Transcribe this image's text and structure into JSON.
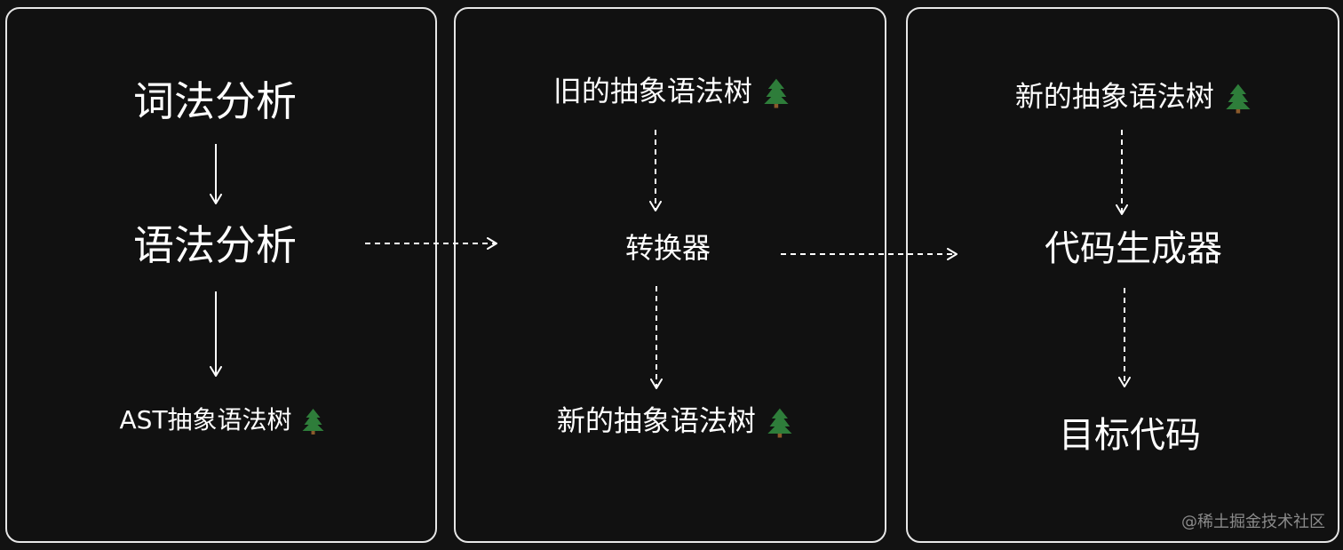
{
  "panels": [
    {
      "steps": [
        "词法分析",
        "语法分析",
        "AST抽象语法树"
      ]
    },
    {
      "steps": [
        "旧的抽象语法树",
        "转换器",
        "新的抽象语法树"
      ]
    },
    {
      "steps": [
        "新的抽象语法树",
        "代码生成器",
        "目标代码"
      ]
    }
  ],
  "icons": {
    "tree": "evergreen-tree-icon"
  },
  "colors": {
    "background": "#121212",
    "panel_border": "#e6e6e6",
    "text": "#ffffff",
    "arrow": "#ffffff",
    "tree_green": "#2e7d3a",
    "tree_trunk": "#8b5a2b"
  },
  "watermark": "@稀土掘金技术社区"
}
